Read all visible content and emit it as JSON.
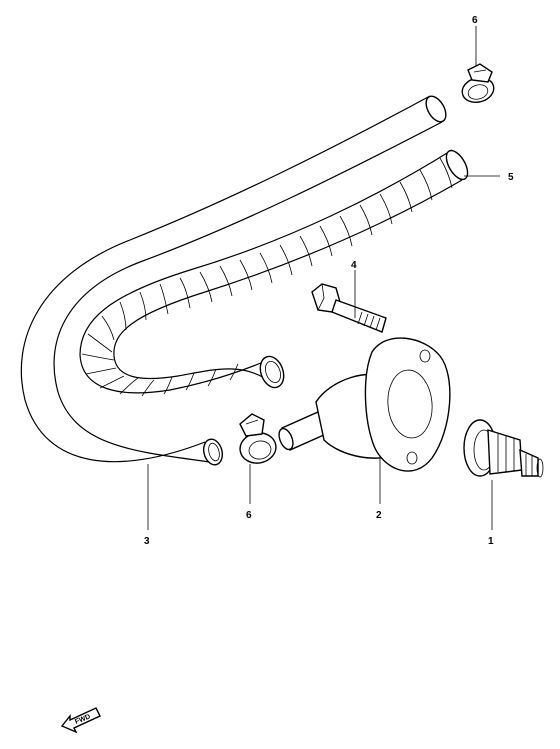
{
  "callouts": [
    {
      "id": "1",
      "label": "1"
    },
    {
      "id": "2",
      "label": "2"
    },
    {
      "id": "3",
      "label": "3"
    },
    {
      "id": "4",
      "label": "4"
    },
    {
      "id": "5",
      "label": "5"
    },
    {
      "id": "6a",
      "label": "6"
    },
    {
      "id": "6b",
      "label": "6"
    }
  ],
  "fwd_label": "FWD",
  "colors": {
    "line": "#000000",
    "background": "#ffffff"
  }
}
